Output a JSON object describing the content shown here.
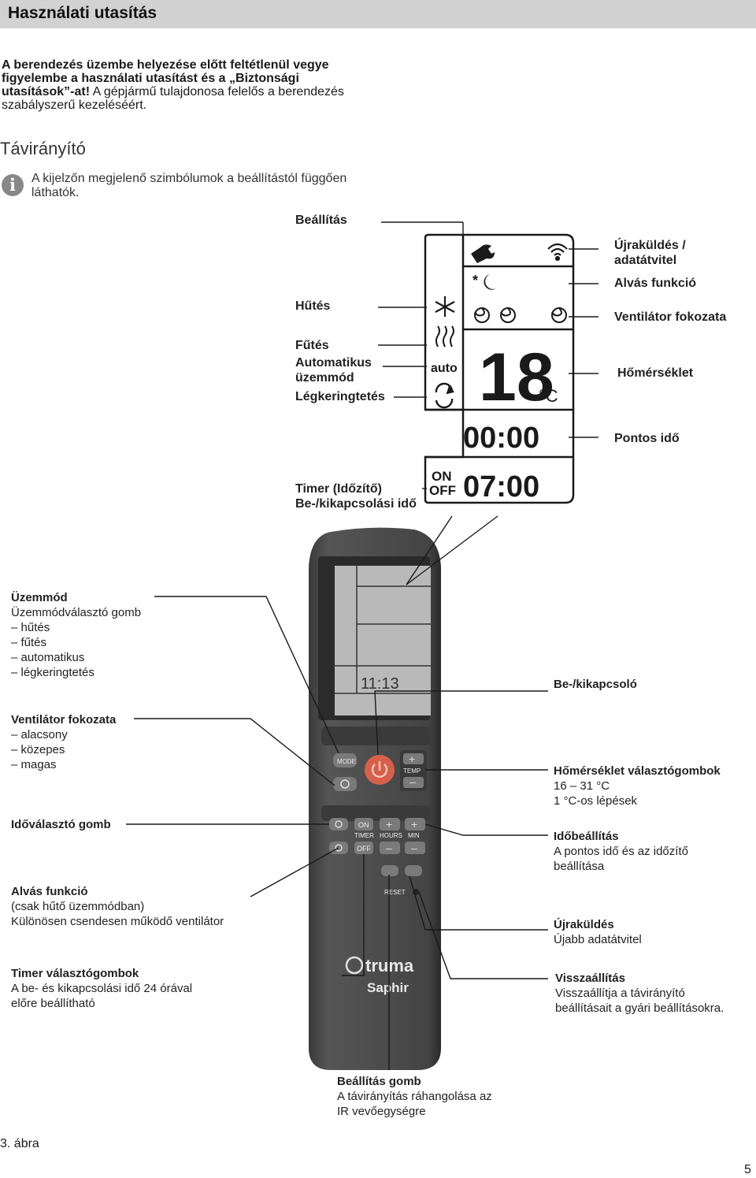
{
  "header": {
    "title": "Használati utasítás"
  },
  "intro": {
    "bold_text": "A berendezés üzembe helyezése előtt feltétlenül vegye figyelembe a használati utasítást és a „Biztonsági utasítások”-at!",
    "normal_text": " A gépjármű tulajdonosa felelős a berendezés szabályszerű kezeléséért."
  },
  "section": {
    "title": "Távirányító"
  },
  "info": {
    "icon": "info-icon",
    "glyph": "i",
    "text": "A kijelzőn megjelenő szimbólumok a beállítástól függően láthatók."
  },
  "display_labels": {
    "beallitas": "Beállítás",
    "ujrakuldes": "Újraküldés /",
    "adatatvitel": "adatátvitel",
    "alvas": "Alvás funkció",
    "ventilator": "Ventilátor fokozata",
    "hutes": "Hűtés",
    "futes": "Fűtés",
    "automatikus": "Automatikus",
    "uzemmod": "üzemmód",
    "legkeringtetes": "Légkeringtetés",
    "homerseklet": "Hőmérséklet",
    "pontos_ido": "Pontos idő",
    "timer": "Timer (Időzítő)",
    "bekikapcsolasi": "Be-/kikapcsolási idő"
  },
  "lcd": {
    "temperature": "18",
    "unit": "°C",
    "auto_label": "auto",
    "clock": "00:00",
    "on_label": "ON",
    "off_label": "OFF",
    "timer_time": "07:00"
  },
  "remote": {
    "screen_clock": "11:13",
    "mode_label": "MODE",
    "temp_label": "TEMP",
    "on_label": "ON",
    "timer_label": "TIMER",
    "off_label": "OFF",
    "hours_label": "HOURS",
    "min_label": "MIN",
    "reset_label": "RESET",
    "brand": "truma",
    "model": "Saphir"
  },
  "left_labels": {
    "uzemmod": {
      "title": "Üzemmód",
      "lines": [
        "Üzemmódválasztó gomb",
        "– hűtés",
        "– fűtés",
        "– automatikus",
        "– légkeringtetés"
      ]
    },
    "ventilator": {
      "title": "Ventilátor fokozata",
      "lines": [
        "– alacsony",
        "– közepes",
        "– magas"
      ]
    },
    "idovalaszto": {
      "title": "Időválasztó gomb"
    },
    "alvas": {
      "title": "Alvás funkció",
      "lines": [
        "(csak hűtő üzemmódban)",
        "Különösen csendesen működő ventilátor"
      ]
    },
    "timer": {
      "title": "Timer választógombok",
      "lines": [
        "A be- és kikapcsolási idő 24 órával",
        "előre beállítható"
      ]
    }
  },
  "right_labels": {
    "bekikapcsolo": {
      "title": "Be-/kikapcsoló"
    },
    "homerseklet": {
      "title": "Hőmérséklet választógombok",
      "lines": [
        "16 – 31 °C",
        "1 °C-os lépések"
      ]
    },
    "idobeallitas": {
      "title": "Időbeállítás",
      "lines": [
        "A pontos idő és az időzítő",
        "beállítása"
      ]
    },
    "ujrakuldes": {
      "title": "Újraküldés",
      "lines": [
        "Újabb adatátvitel"
      ]
    },
    "visszaallitas": {
      "title": "Visszaállítás",
      "lines": [
        "Visszaállítja a távirányító",
        "beállításait a gyári beállításokra."
      ]
    }
  },
  "bottom_label": {
    "title": "Beállítás gomb",
    "lines": [
      "A távirányítás ráhangolása az",
      "IR vevőegységre"
    ]
  },
  "figure_caption": "3. ábra",
  "page_number": "5",
  "colors": {
    "header_bg": "#d2d2d2",
    "remote_body": "#4a4a4a",
    "remote_dark": "#2e2e2e",
    "screen_bg": "#b9b9b9",
    "power_button": "#d8604a"
  }
}
